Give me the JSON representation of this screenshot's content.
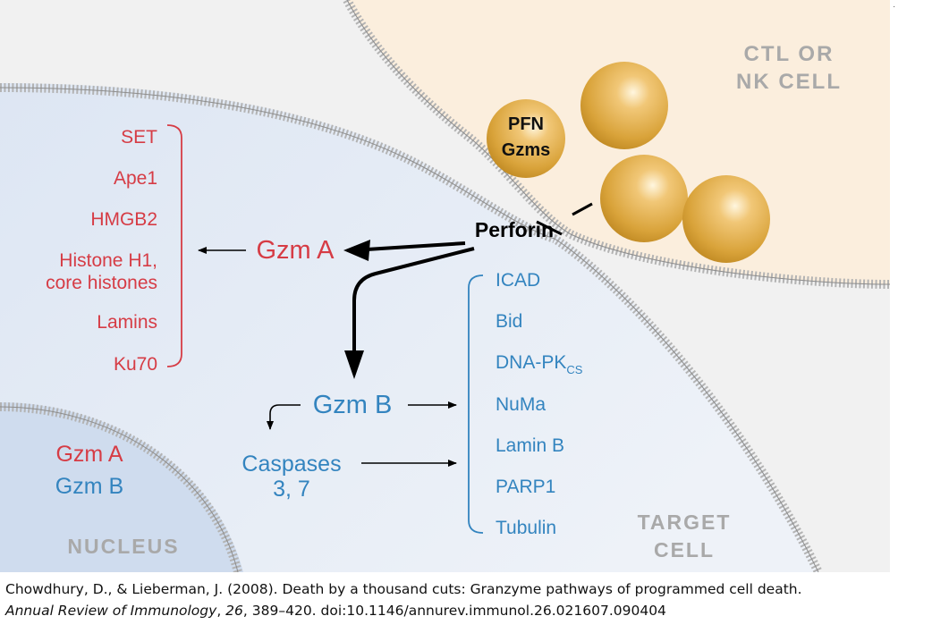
{
  "diagram": {
    "effector_cell_label": [
      "CTL OR",
      "NK CELL"
    ],
    "granule_labels": [
      "PFN",
      "Gzms"
    ],
    "perforin_label": "Perforin",
    "gzm_a_label": "Gzm A",
    "gzm_a_substrates": [
      "SET",
      "Ape1",
      "HMGB2",
      "Histone H1,",
      "core histones",
      "Lamins",
      "Ku70"
    ],
    "gzm_b_label": "Gzm B",
    "caspases_label": [
      "Caspases",
      "3, 7"
    ],
    "gzm_b_substrates": [
      "ICAD",
      "Bid",
      "DNA-PK",
      "NuMa",
      "Lamin B",
      "PARP1",
      "Tubulin"
    ],
    "dna_pk_subscript": "CS",
    "nucleus_items": [
      "Gzm A",
      "Gzm B"
    ],
    "nucleus_label": "NUCLEUS",
    "target_cell_label": [
      "TARGET",
      "CELL"
    ],
    "colors": {
      "gzm_a": "#d63c45",
      "gzm_b": "#3384bf",
      "granule": "#d9a33a",
      "effector_cell": "#fbeedd",
      "target_cell": "#e4ebf5",
      "nucleus": "#cfdcee",
      "membrane": "#a8a8a8"
    }
  },
  "citation": {
    "line1": "Chowdhury, D., & Lieberman, J. (2008). Death by a thousand cuts: Granzyme pathways of programmed cell death.",
    "journal": "Annual Review of Immunology",
    "sep1": ", ",
    "volume": "26",
    "rest": ", 389–420. doi:10.1146/annurev.immunol.26.021607.090404"
  }
}
